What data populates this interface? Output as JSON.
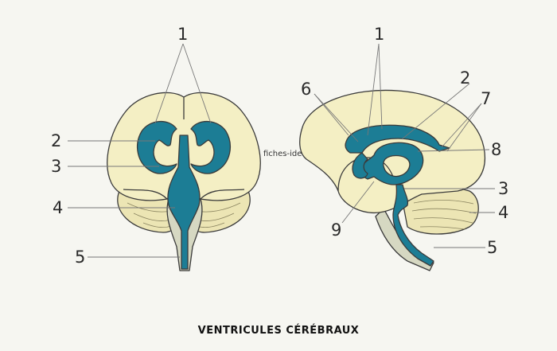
{
  "labels": {
    "front": {
      "l1": "1",
      "l2": "2",
      "l3": "3",
      "l4": "4",
      "l5": "5"
    },
    "side": {
      "l1": "1",
      "l2": "2",
      "l3": "3",
      "l4": "4",
      "l5": "5",
      "l6": "6",
      "l7": "7",
      "l8": "8",
      "l9": "9"
    }
  },
  "watermark": "fiches-ide",
  "title": "VENTRICULES CÉRÉBRAUX",
  "colors": {
    "brain": "#f4efc4",
    "cerebellum": "#ece5b4",
    "stem": "#d6d8c2",
    "ventricle": "#1c7d95",
    "outline": "#3a3a3a",
    "background": "#f6f6f1"
  }
}
